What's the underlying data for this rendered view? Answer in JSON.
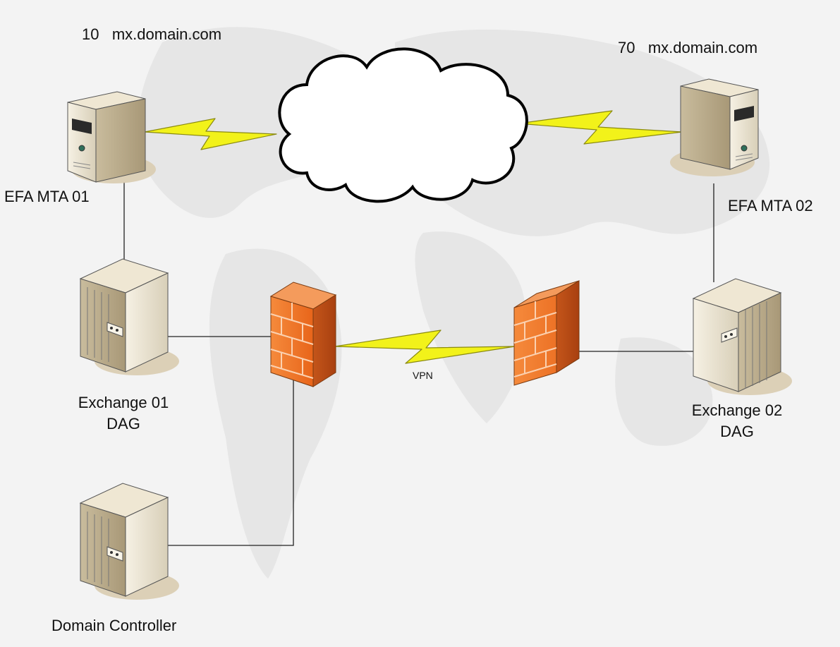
{
  "mx_records": [
    {
      "priority": "10",
      "host": "mx.domain.com"
    },
    {
      "priority": "70",
      "host": "mx.domain.com"
    }
  ],
  "nodes": {
    "efa_mta_01": "EFA MTA 01",
    "efa_mta_02": "EFA MTA 02",
    "exchange_01": {
      "line1": "Exchange 01",
      "line2": "DAG"
    },
    "exchange_02": {
      "line1": "Exchange 02",
      "line2": "DAG"
    },
    "domain_controller": "Domain Controller"
  },
  "links": {
    "vpn_label": "VPN"
  },
  "colors": {
    "lightning": "#f2f21a",
    "firewall": "#f07a2c",
    "server": "#d9ccb0",
    "background": "#f3f3f3"
  }
}
